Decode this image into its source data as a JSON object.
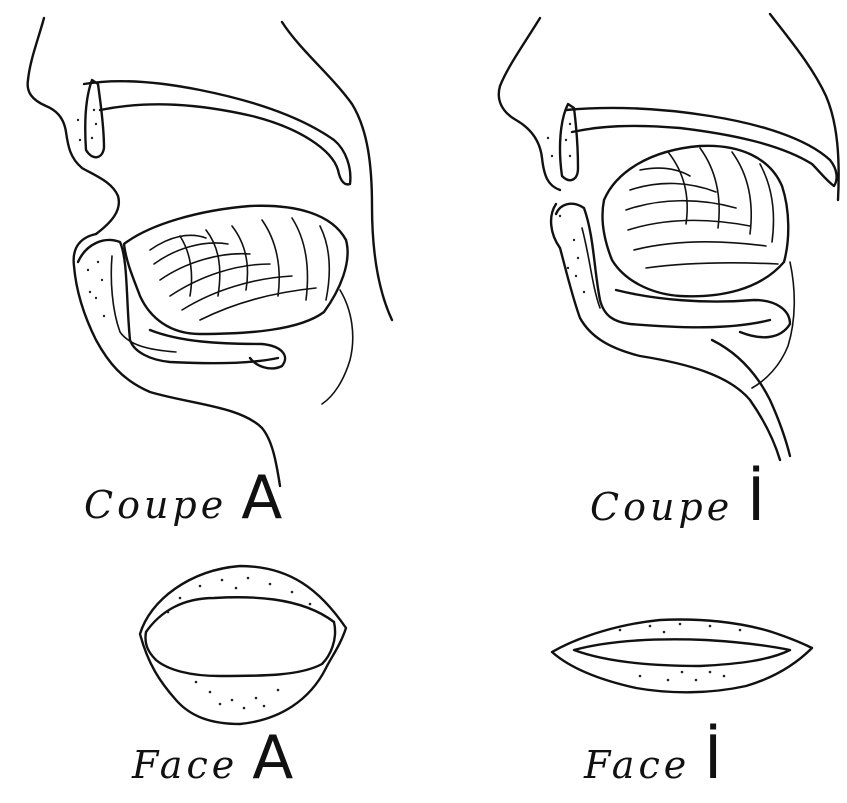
{
  "captions": {
    "coupe_a": {
      "word": "Coupe",
      "letter": "A"
    },
    "coupe_i": {
      "word": "Coupe",
      "letter": "İ"
    },
    "face_a": {
      "word": "Face",
      "letter": "A"
    },
    "face_i": {
      "word": "Face",
      "letter": "İ"
    }
  },
  "colors": {
    "ink": "#111111",
    "paper": "#ffffff"
  },
  "figures": [
    "sagittal-section-vowel-a",
    "sagittal-section-vowel-i",
    "lips-front-view-vowel-a",
    "lips-front-view-vowel-i"
  ]
}
